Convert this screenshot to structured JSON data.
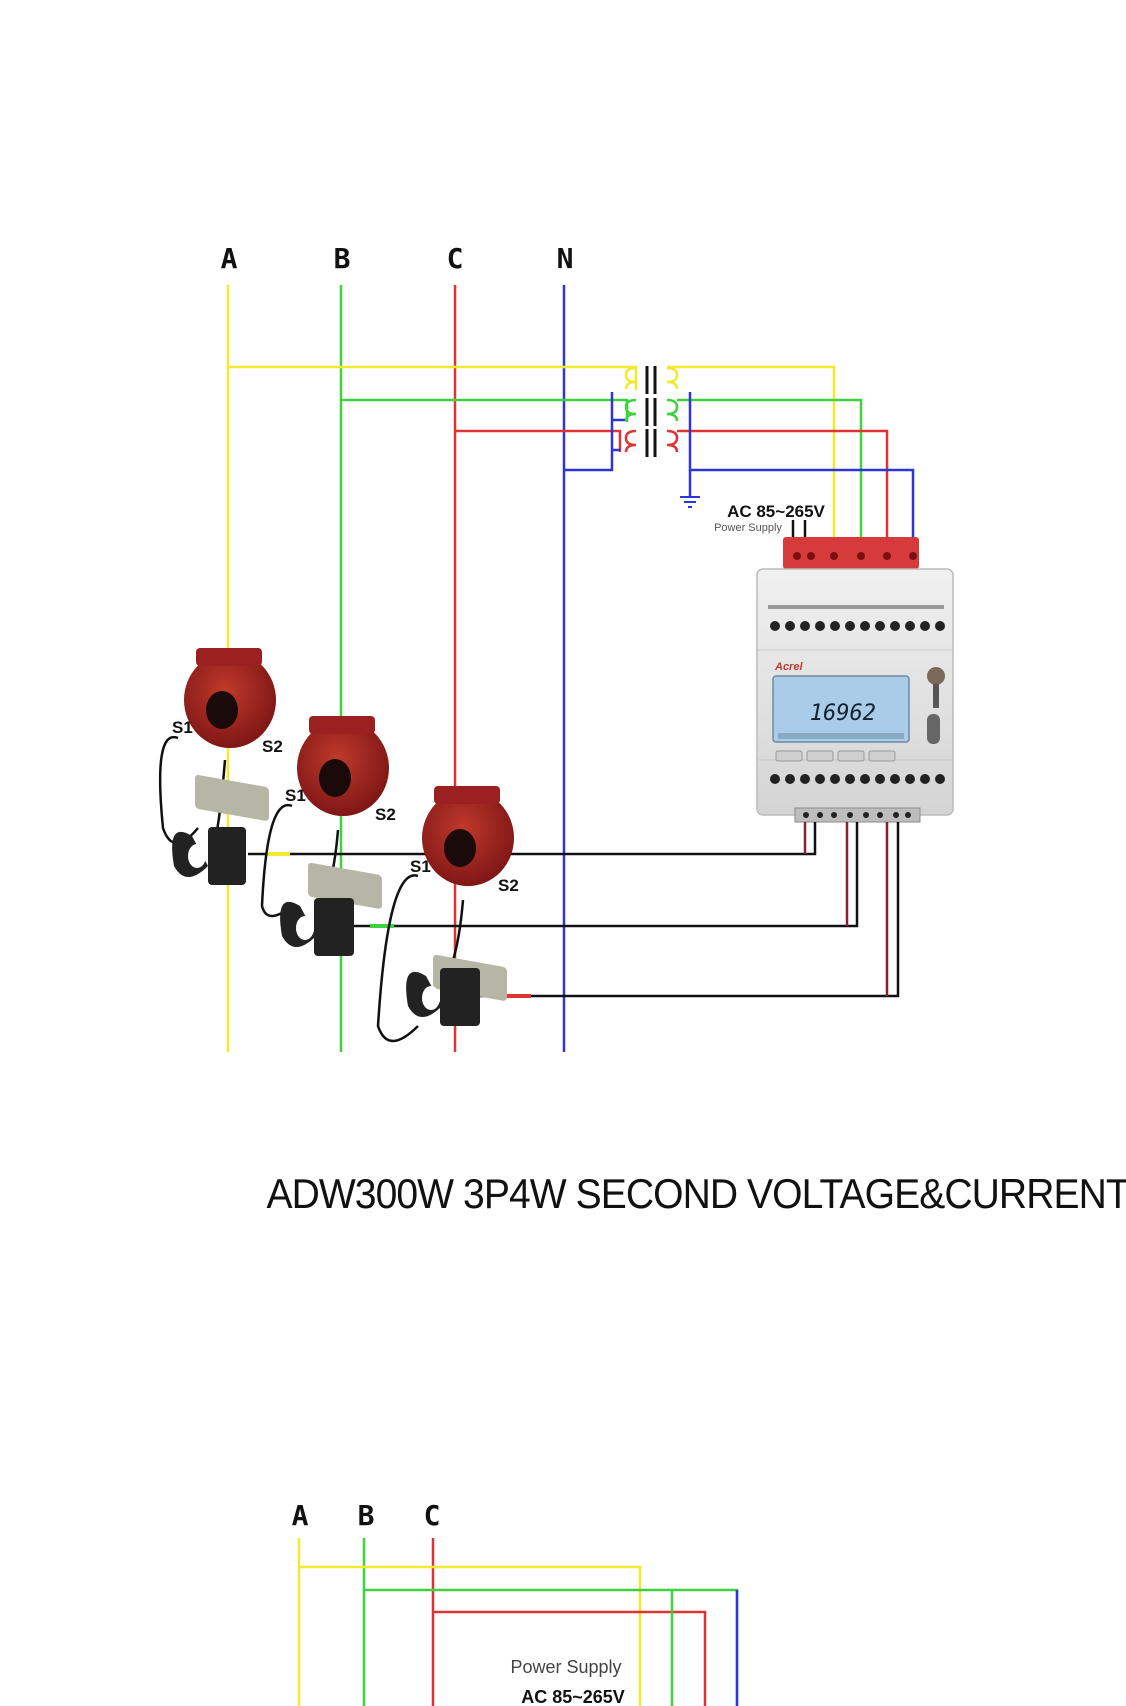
{
  "diagram1": {
    "phase_labels": [
      "A",
      "B",
      "C",
      "N"
    ],
    "ct_labels": [
      {
        "s1": "S1",
        "s2": "S2"
      },
      {
        "s1": "S1",
        "s2": "S2"
      },
      {
        "s1": "S1",
        "s2": "S2"
      }
    ],
    "supply_voltage": "AC 85~265V",
    "supply_caption": "Power Supply",
    "meter_brand": "Acrel",
    "lcd_reading": "16962"
  },
  "title": "ADW300W 3P4W SECOND VOLTAGE&CURRENT",
  "diagram2": {
    "phase_labels": [
      "A",
      "B",
      "C"
    ],
    "supply_caption": "Power Supply",
    "supply_voltage": "AC 85~265V"
  },
  "colors": {
    "phase_a": "#f2ea2e",
    "phase_b": "#3fd23f",
    "phase_c": "#e03434",
    "neutral": "#2b35d8",
    "ct_body": "#8f1f1f",
    "terminal_block": "#d63a3a",
    "meter_body": "#e6e6e6",
    "lcd": "#a9cce8"
  }
}
